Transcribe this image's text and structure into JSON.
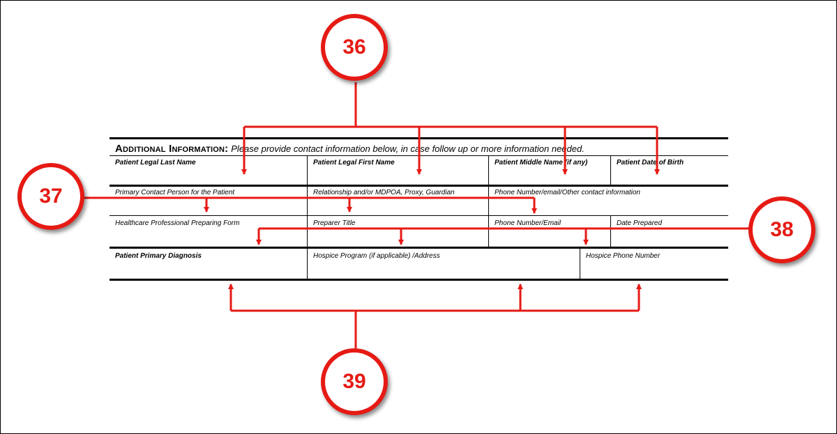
{
  "section": {
    "title_prefix": "Additional Information:",
    "title_note": "Please provide contact information below, in case follow up or more information needed."
  },
  "rows": [
    [
      "Patient Legal Last Name",
      "Patient Legal First Name",
      "Patient Middle Name (if any)",
      "Patient Date of Birth"
    ],
    [
      "Primary Contact Person for the Patient",
      "Relationship and/or MDPOA, Proxy, Guardian",
      "Phone Number/email/Other contact information"
    ],
    [
      "Healthcare Professional Preparing Form",
      "Preparer Title",
      "Phone Number/Email",
      "Date Prepared"
    ],
    [
      "Patient Primary Diagnosis",
      "Hospice Program (if applicable) /Address",
      "Hospice Phone Number"
    ]
  ],
  "callouts": [
    "36",
    "37",
    "38",
    "39"
  ],
  "colors": {
    "annotation": "#e61a14"
  }
}
